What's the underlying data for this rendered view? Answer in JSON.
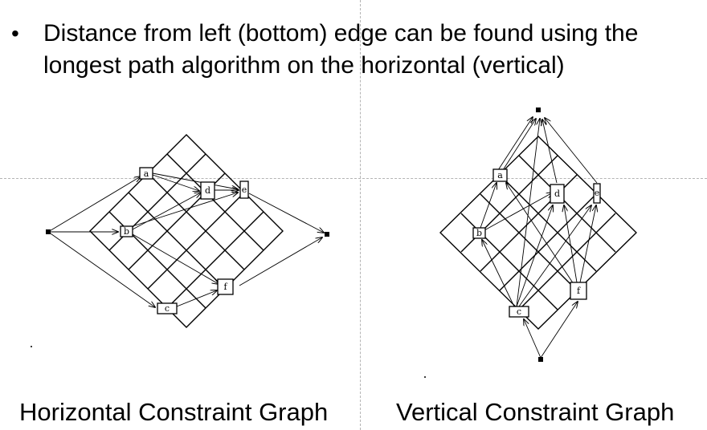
{
  "slide": {
    "bullet": "Distance from left (bottom) edge can be found using the longest path algorithm on the horizontal (vertical)"
  },
  "graphs": {
    "horizontal": {
      "caption": "Horizontal Constraint Graph",
      "nodes": [
        "a",
        "b",
        "c",
        "d",
        "e",
        "f"
      ]
    },
    "vertical": {
      "caption": "Vertical Constraint Graph",
      "nodes": [
        "a",
        "b",
        "c",
        "d",
        "e",
        "f"
      ]
    }
  }
}
